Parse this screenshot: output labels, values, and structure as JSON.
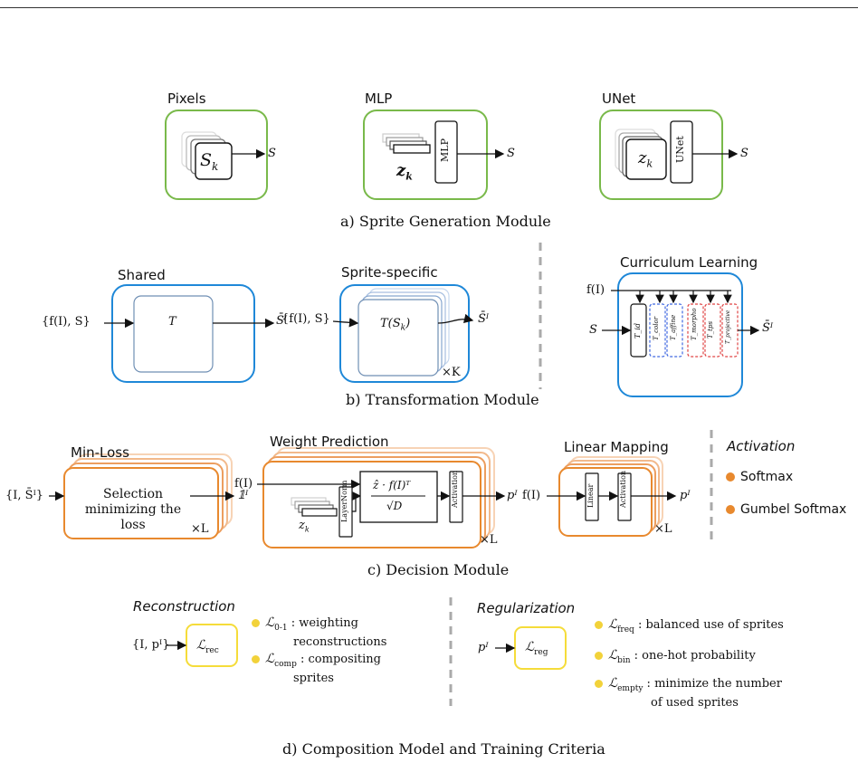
{
  "colors": {
    "green": "#79b94a",
    "blue": "#1f88d8",
    "orange": "#e8892e",
    "yellow": "#f5dc3a",
    "legend_dot_orange": "#e8892e",
    "legend_dot_yellow": "#f2d23a",
    "curriculum_blue": "#4169e1",
    "curriculum_red": "#e04545"
  },
  "section_a": {
    "caption": "a) Sprite Generation Module",
    "pixels": {
      "title": "Pixels",
      "inner": "S_k",
      "output": "S"
    },
    "mlp": {
      "title": "MLP",
      "latent": "z_k",
      "block": "MLP",
      "output": "S"
    },
    "unet": {
      "title": "UNet",
      "latent": "z_k",
      "block": "UNet",
      "output": "S"
    }
  },
  "section_b": {
    "caption": "b) Transformation Module",
    "shared": {
      "title": "Shared",
      "input": "{f(I), S}",
      "block": "T",
      "output": "S̄ᴵ"
    },
    "sprite_specific": {
      "title": "Sprite-specific",
      "input": "{f(I), S}",
      "block": "T(S_k)",
      "multiplier": "×K",
      "output": "S̄ᴵ"
    },
    "curriculum": {
      "title": "Curriculum Learning",
      "input_top": "f(I)",
      "input_left": "S",
      "output": "S̄ᴵ",
      "blocks": [
        "T_id",
        "T_color",
        "T_affine",
        "T_morpho",
        "T_tps",
        "T_projective"
      ]
    }
  },
  "section_c": {
    "caption": "c) Decision Module",
    "min_loss": {
      "title": "Min-Loss",
      "input": "{I, S̄ᴵ}",
      "block": "Selection minimizing the loss",
      "output": "𝟙ᴵ",
      "multiplier": "×L"
    },
    "weight_prediction": {
      "title": "Weight Prediction",
      "input": "f(I)",
      "latent": "z_k",
      "layernorm": "LayerNorm",
      "formula_num": "ẑ · f(I)ᵀ",
      "formula_den": "√D",
      "activation": "Activation",
      "output": "pᴵ",
      "multiplier": "×L"
    },
    "linear_mapping": {
      "title": "Linear Mapping",
      "input": "f(I)",
      "linear": "Linear",
      "activation": "Activation",
      "output": "pᴵ",
      "multiplier": "×L"
    },
    "activation_legend": {
      "title": "Activation",
      "items": [
        "Softmax",
        "Gumbel Softmax"
      ]
    }
  },
  "section_d": {
    "caption": "d) Composition Model and Training Criteria",
    "reconstruction": {
      "title": "Reconstruction",
      "input": "{I, pᴵ}",
      "block": "ℒ_rec",
      "items": [
        {
          "symbol": "ℒ_0-1",
          "text": ": weighting\nreconstructions"
        },
        {
          "symbol": "ℒ_comp",
          "text": ": compositing\nsprites"
        }
      ]
    },
    "regularization": {
      "title": "Regularization",
      "input": "pᴵ",
      "block": "ℒ_reg",
      "items": [
        {
          "symbol": "ℒ_freq",
          "text": ": balanced use of sprites"
        },
        {
          "symbol": "ℒ_bin",
          "text": ": one-hot probability"
        },
        {
          "symbol": "ℒ_empty",
          "text": ": minimize the number\nof used sprites"
        }
      ]
    }
  }
}
